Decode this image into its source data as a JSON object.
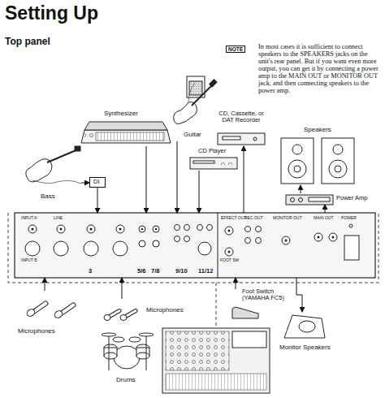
{
  "diagram": {
    "title": "Setting Up",
    "nodes": [
      {
        "text": [
          "Guitar"
        ]
      },
      {
        "text": [
          "Synthesizer"
        ]
      },
      {
        "text": [
          "Bass"
        ]
      },
      {
        "text": [
          "DI"
        ]
      },
      {
        "text": [
          "CD, Cassette, or DAT Recorder"
        ]
      },
      {
        "text": [
          "CD Player"
        ]
      },
      {
        "text": [
          "Speakers"
        ]
      },
      {
        "text": [
          "Power Amp"
        ]
      },
      {
        "text": [
          "3",
          "5/6",
          "7/8",
          "9/10",
          "11/12",
          "INPUT A",
          "LINE",
          "INPUT B",
          "EFFECT OUT",
          "FOOT SW",
          "REC OUT",
          "MONITOR OUT",
          "MAIN OUT",
          "POWER"
        ]
      },
      {
        "text": [
          "Microphones"
        ]
      },
      {
        "text": [
          "Microphones"
        ]
      },
      {
        "text": [
          "Drums"
        ]
      },
      {
        "text": [
          "Foot Switch (YAMAHA FC5)"
        ]
      },
      {
        "text": [
          "Monitor Speakers"
        ]
      }
    ],
    "edges": [
      {
        "from": 0,
        "to": 8,
        "arrow": "to"
      },
      {
        "from": 1,
        "to": 8,
        "arrow": "to"
      },
      {
        "from": 2,
        "to": 3,
        "arrow": "to"
      },
      {
        "from": 3,
        "to": 8,
        "arrow": "to"
      },
      {
        "from": 5,
        "to": 8,
        "arrow": "to"
      },
      {
        "from": 8,
        "to": 4,
        "arrow": "to"
      },
      {
        "from": 8,
        "to": 7,
        "arrow": "to"
      },
      {
        "from": 7,
        "to": 6,
        "arrow": "to"
      },
      {
        "from": 9,
        "to": 8,
        "arrow": "to"
      },
      {
        "from": 10,
        "to": 8,
        "arrow": "to"
      },
      {
        "from": 12,
        "to": 8,
        "arrow": "to"
      },
      {
        "from": 8,
        "to": 13,
        "arrow": "to"
      }
    ],
    "labels": [
      "Top panel",
      "NOTE",
      "In most cases it is sufficient to connect speakers to the SPEAKERS jacks on the unit's rear panel. But if you want even more output, you can get it by connecting a power amp to the MAIN OUT or MONITOR OUT jack, and then connecting speakers to the power amp."
    ]
  }
}
